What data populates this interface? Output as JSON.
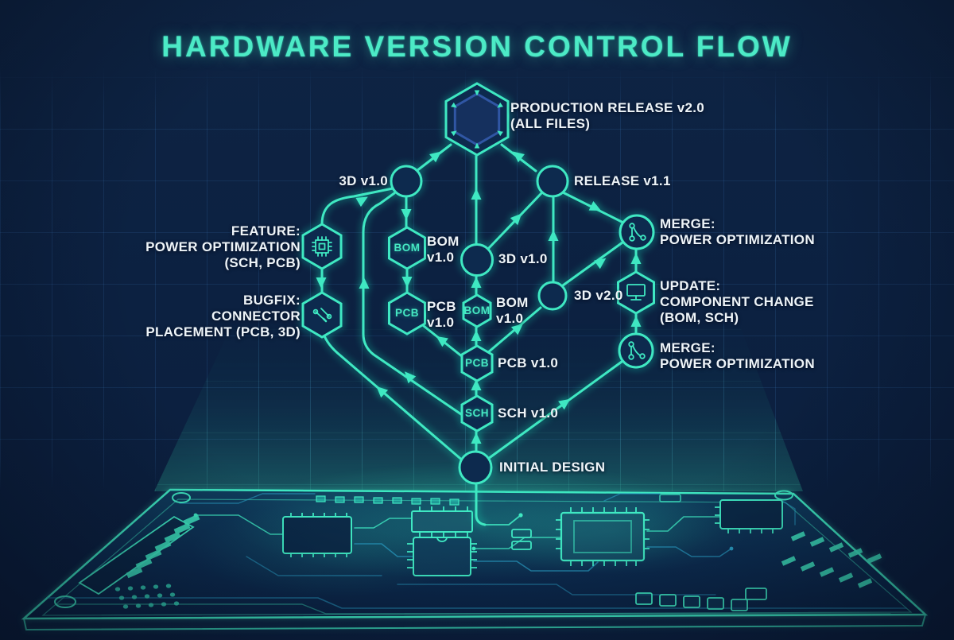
{
  "title": "HARDWARE VERSION CONTROL FLOW",
  "colors": {
    "accent": "#3fe8c2",
    "background": "#0c2141",
    "text": "#eef4f8",
    "inner_hexagon": "#3056a4"
  },
  "icons": {
    "production": "double-hexagon-icon",
    "merge_top": "git-merge-icon",
    "merge_bottom": "git-merge-icon",
    "update": "monitor-icon",
    "feature": "chip-icon",
    "bugfix": "wrench-icon"
  },
  "diagram": {
    "production": {
      "line1": "PRODUCTION RELEASE v2.0",
      "line2": "(ALL FILES)"
    },
    "three_d_left": "3D v1.0",
    "release": "RELEASE v1.1",
    "feature": {
      "line1": "FEATURE:",
      "line2": "POWER OPTIMIZATION",
      "line3": "(SCH, PCB)"
    },
    "bugfix": {
      "line1": "BUGFIX:",
      "line2": "CONNECTOR",
      "line3": "PLACEMENT (PCB, 3D)"
    },
    "bom_left": {
      "tag": "BOM",
      "line1": "BOM",
      "line2": "v1.0"
    },
    "pcb_left": {
      "tag": "PCB",
      "line1": "PCB",
      "line2": "v1.0"
    },
    "three_d_center": "3D v1.0",
    "bom_center": {
      "tag": "BOM",
      "line1": "BOM",
      "line2": "v1.0"
    },
    "pcb_center": {
      "tag": "PCB",
      "label": "PCB v1.0"
    },
    "sch_center": {
      "tag": "SCH",
      "label": "SCH v1.0"
    },
    "three_d_v2": "3D v2.0",
    "merge_top": {
      "line1": "MERGE:",
      "line2": "POWER OPTIMIZATION"
    },
    "update": {
      "line1": "UPDATE:",
      "line2": "COMPONENT CHANGE",
      "line3": "(BOM, SCH)"
    },
    "merge_bottom": {
      "line1": "MERGE:",
      "line2": "POWER OPTIMIZATION"
    },
    "initial": "INITIAL DESIGN"
  }
}
